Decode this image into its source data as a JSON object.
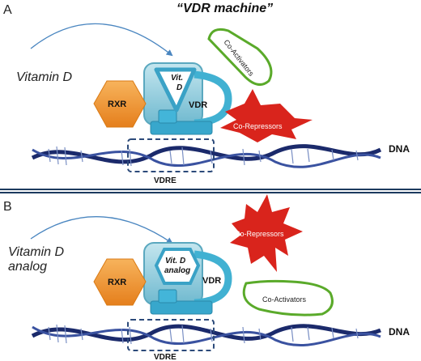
{
  "panel_a": {
    "label": "A",
    "title": "“VDR machine”",
    "ligand_label": "Vitamin  D",
    "rxr_label": "RXR",
    "vdr_label": "VDR",
    "vit_label_line1": "Vit.",
    "vit_label_line2": "D",
    "coactivators_label": "Co-Activators",
    "corepressors_label": "Co-Repressors",
    "dna_label": "DNA",
    "vdre_label": "VDRE"
  },
  "panel_b": {
    "label": "B",
    "ligand_label_line1": "Vitamin  D",
    "ligand_label_line2": "analog",
    "rxr_label": "RXR",
    "vdr_label": "VDR",
    "vit_label_line1": "Vit. D",
    "vit_label_line2": "analog",
    "coactivators_label": "Co-Activators",
    "corepressors_label": "Co-Repressors",
    "dna_label": "DNA",
    "vdre_label": "VDRE"
  },
  "colors": {
    "rxr_orange": "#f0922e",
    "vdr_teal": "#7fc6d8",
    "coactivator_green": "#5aaa2a",
    "corepressor_red": "#d9241c",
    "dna_blue": "#1b2a6b",
    "divider_navy": "#1c3a5e"
  }
}
